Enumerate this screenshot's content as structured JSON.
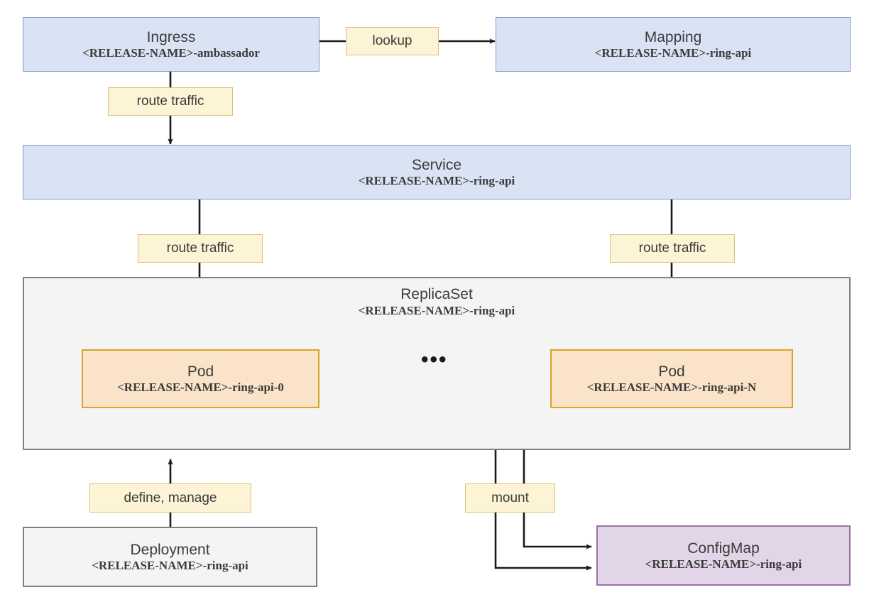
{
  "diagram": {
    "type": "kubernetes-resource-graph",
    "release_placeholder": "<RELEASE-NAME>",
    "stroke_color": "#1a1a1a",
    "colors": {
      "api_object_fill": "#dae3f3",
      "api_object_border": "#7b9bd2",
      "pod_fill": "#fae3c8",
      "pod_border": "#d6a428",
      "group_fill": "#f4f4f4",
      "group_border": "#808080",
      "configmap_fill": "#e1d5e7",
      "configmap_border": "#9673a6",
      "label_fill": "#fdf4d5",
      "label_border": "#d8c179",
      "text": "#3b3b3b"
    },
    "ellipsis": "•••"
  },
  "nodes": {
    "ingress": {
      "title": "Ingress",
      "subtitle": "<RELEASE-NAME>-ambassador",
      "kind": "Ingress"
    },
    "mapping": {
      "title": "Mapping",
      "subtitle": "<RELEASE-NAME>-ring-api",
      "kind": "Mapping"
    },
    "service": {
      "title": "Service",
      "subtitle": "<RELEASE-NAME>-ring-api",
      "kind": "Service"
    },
    "replicaset": {
      "title": "ReplicaSet",
      "subtitle": "<RELEASE-NAME>-ring-api",
      "kind": "ReplicaSet"
    },
    "pod_first": {
      "title": "Pod",
      "subtitle": "<RELEASE-NAME>-ring-api-0",
      "kind": "Pod"
    },
    "pod_last": {
      "title": "Pod",
      "subtitle": "<RELEASE-NAME>-ring-api-N",
      "kind": "Pod"
    },
    "deployment": {
      "title": "Deployment",
      "subtitle": "<RELEASE-NAME>-ring-api",
      "kind": "Deployment"
    },
    "configmap": {
      "title": "ConfigMap",
      "subtitle": "<RELEASE-NAME>-ring-api",
      "kind": "ConfigMap"
    }
  },
  "edges": [
    {
      "id": "ingress-to-mapping",
      "from": "ingress",
      "to": "mapping",
      "label": "lookup"
    },
    {
      "id": "ingress-to-service",
      "from": "ingress",
      "to": "service",
      "label": "route traffic"
    },
    {
      "id": "service-to-pod-first",
      "from": "service",
      "to": "pod_first",
      "label": "route traffic"
    },
    {
      "id": "service-to-pod-last",
      "from": "service",
      "to": "pod_last",
      "label": "route traffic"
    },
    {
      "id": "deployment-to-replicaset",
      "from": "deployment",
      "to": "replicaset",
      "label": "define, manage"
    },
    {
      "id": "pod-first-to-configmap",
      "from": "pod_first",
      "to": "configmap",
      "label": "mount"
    },
    {
      "id": "pod-last-to-configmap",
      "from": "pod_last",
      "to": "configmap",
      "label": "mount"
    }
  ]
}
